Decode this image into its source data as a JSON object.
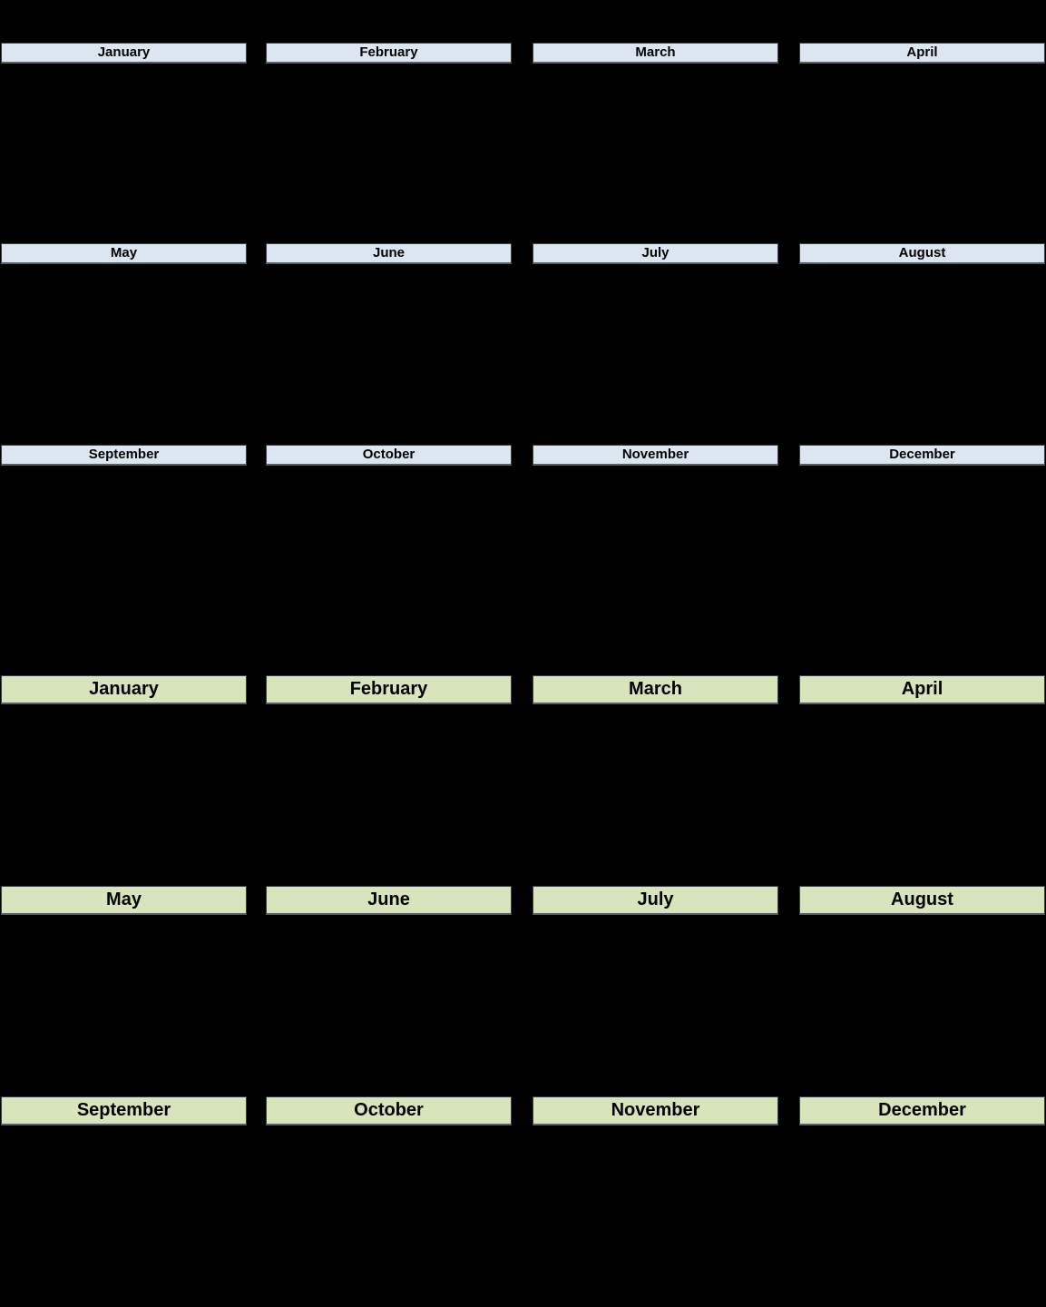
{
  "page": {
    "background_color": "#000000"
  },
  "calendars": [
    {
      "id": "top-calendar",
      "header_fill": "#dce6f1",
      "header_text_color": "#000000",
      "months": [
        "January",
        "February",
        "March",
        "April",
        "May",
        "June",
        "July",
        "August",
        "September",
        "October",
        "November",
        "December"
      ]
    },
    {
      "id": "bottom-calendar",
      "header_fill": "#d8e4bc",
      "header_text_color": "#000000",
      "months": [
        "January",
        "February",
        "March",
        "April",
        "May",
        "June",
        "July",
        "August",
        "September",
        "October",
        "November",
        "December"
      ]
    }
  ]
}
